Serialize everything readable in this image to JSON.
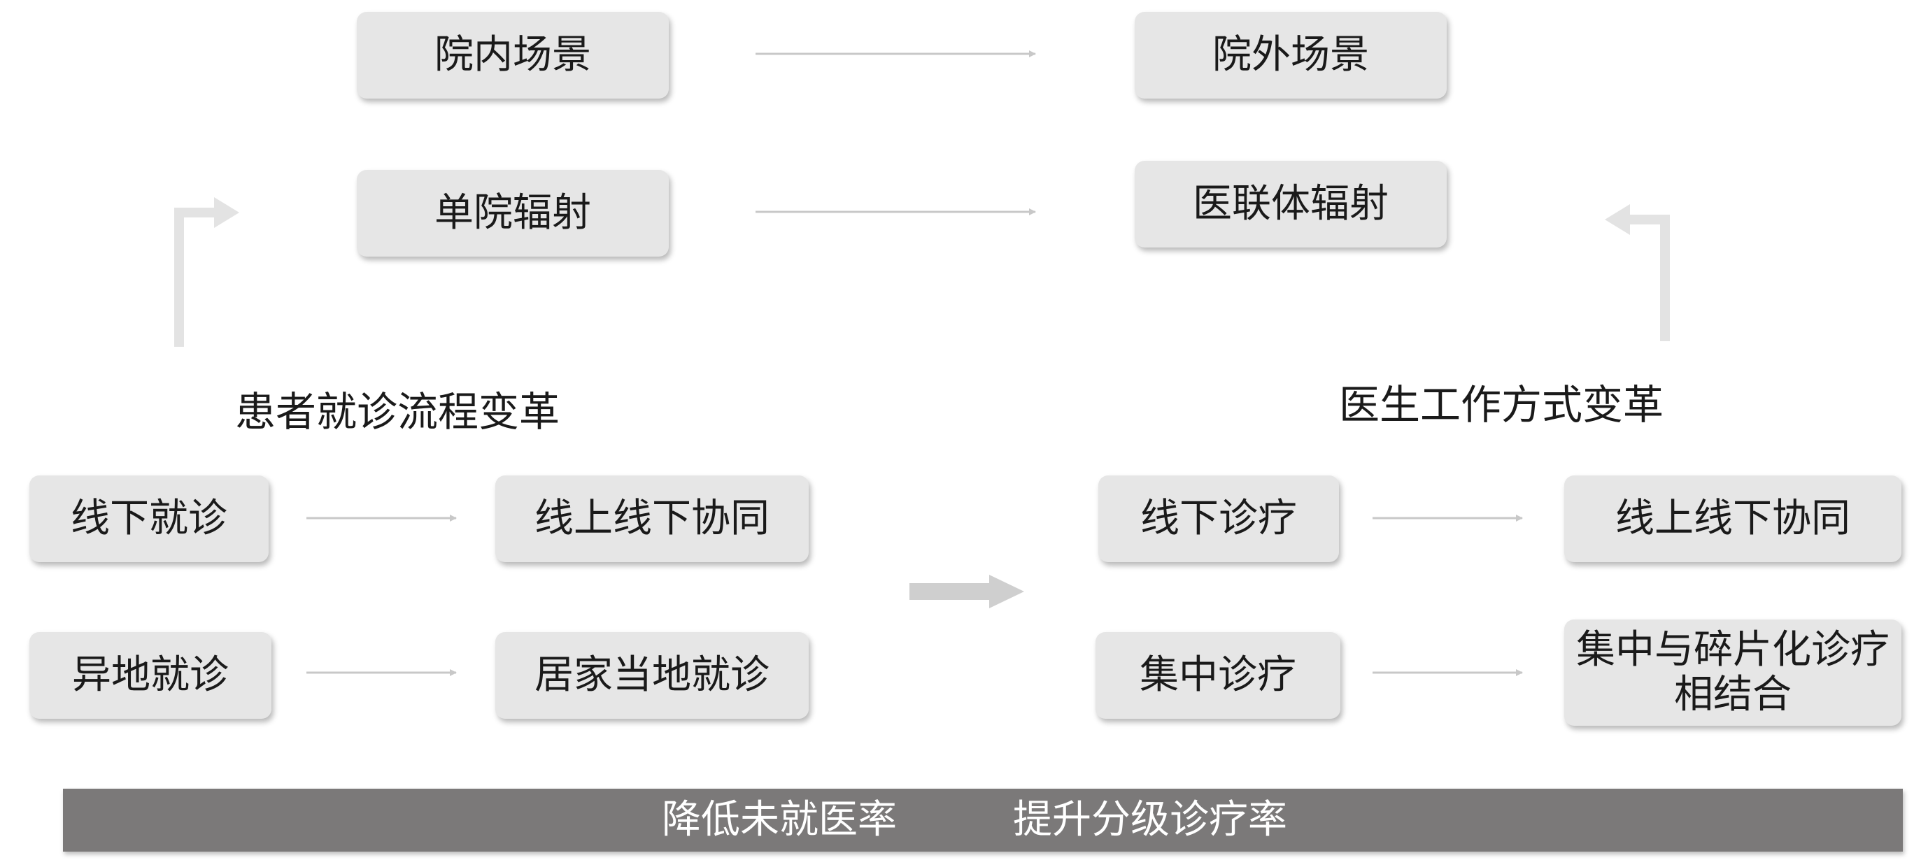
{
  "top_flows": [
    {
      "from": "院内场景",
      "to": "院外场景"
    },
    {
      "from": "单院辐射",
      "to": "医联体辐射"
    }
  ],
  "patient_section": {
    "title": "患者就诊流程变革",
    "flows": [
      {
        "from": "线下就诊",
        "to": "线上线下协同"
      },
      {
        "from": "异地就诊",
        "to": "居家当地就诊"
      }
    ]
  },
  "doctor_section": {
    "title": "医生工作方式变革",
    "flows": [
      {
        "from": "线下诊疗",
        "to": "线上线下协同"
      },
      {
        "from": "集中诊疗",
        "to": "集中与碎片化诊疗\n相结合"
      }
    ]
  },
  "bottom_bar": {
    "left_text": "降低未就医率",
    "right_text": "提升分级诊疗率"
  },
  "colors": {
    "box_fill": "#e6e6e6",
    "arrow": "#c8c8c8",
    "bar_fill": "#7b7979",
    "text": "#1a1a1a"
  }
}
